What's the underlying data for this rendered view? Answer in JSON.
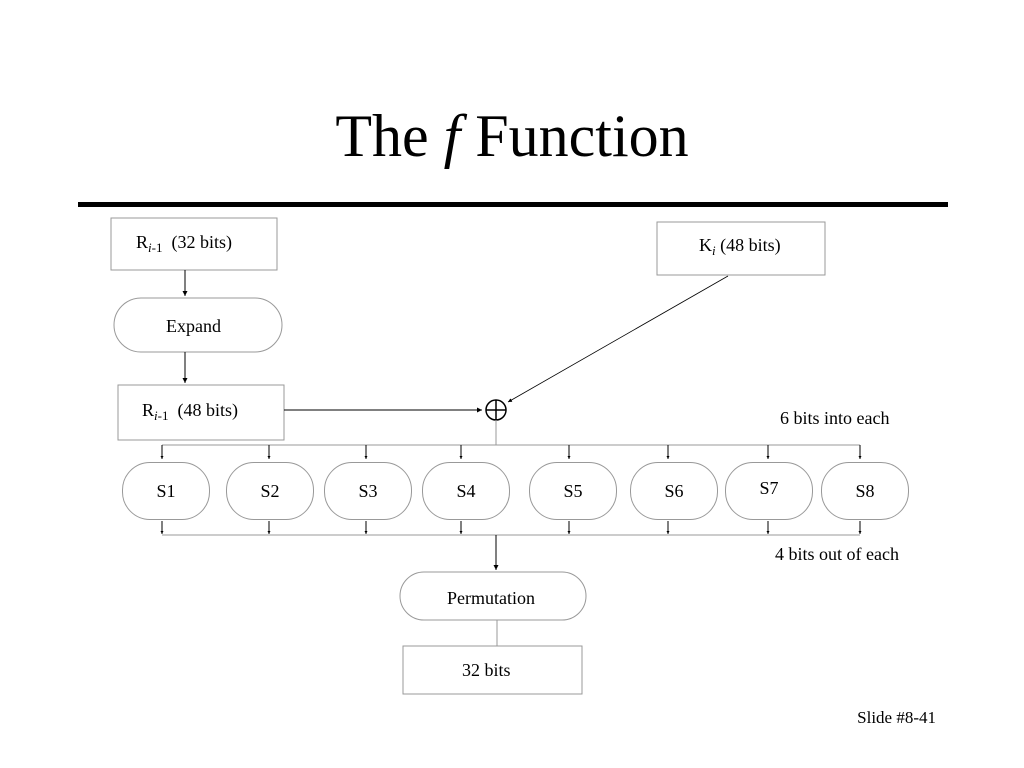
{
  "slide": {
    "title_pre": "The",
    "title_f": "f",
    "title_post": "Function",
    "footer": "Slide #8-41"
  },
  "boxes": {
    "r_in": {
      "base": "R",
      "sub_var": "i",
      "sub_rest": "-1",
      "bits": "(32 bits)"
    },
    "expand": "Expand",
    "r_exp": {
      "base": "R",
      "sub_var": "i",
      "sub_rest": "-1",
      "bits": "(48 bits)"
    },
    "key": {
      "base": "K",
      "sub_var": "i",
      "bits": "(48 bits)"
    },
    "xor_symbol": "⊕",
    "permutation": "Permutation",
    "output": "32 bits"
  },
  "sboxes": [
    "S1",
    "S2",
    "S3",
    "S4",
    "S5",
    "S6",
    "S7",
    "S8"
  ],
  "notes": {
    "into": "6 bits into each",
    "out": "4 bits out of each"
  }
}
